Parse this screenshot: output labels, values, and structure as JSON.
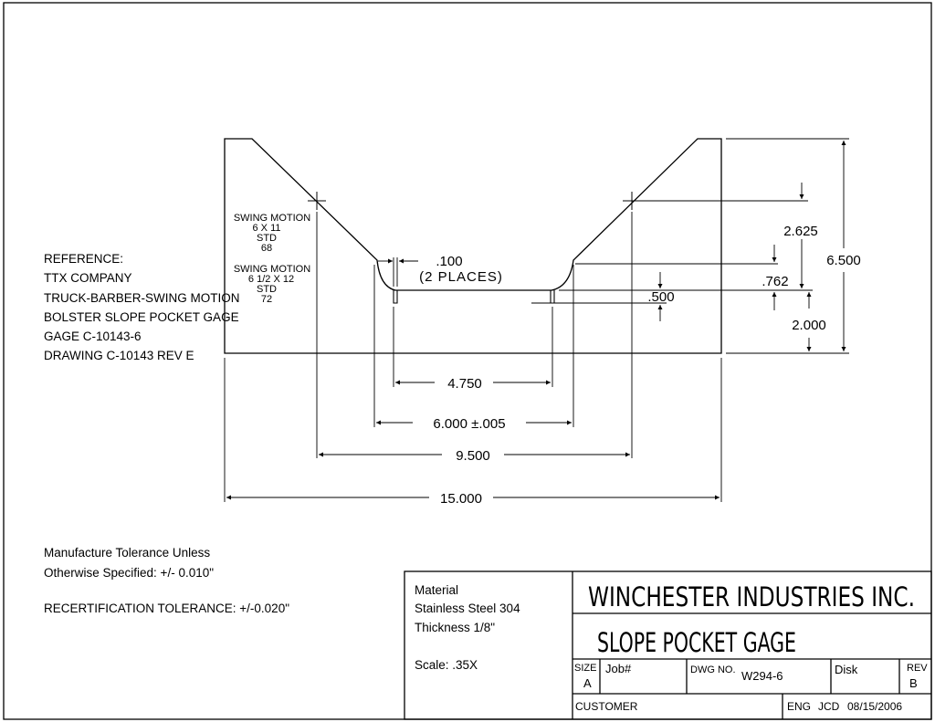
{
  "reference": {
    "heading": "REFERENCE:",
    "lines": [
      "TTX COMPANY",
      "TRUCK-BARBER-SWING MOTION",
      "BOLSTER SLOPE POCKET GAGE",
      "GAGE C-10143-6",
      "DRAWING C-10143 REV E"
    ]
  },
  "part_labels": {
    "block1": [
      "SWING MOTION",
      "6 X 11",
      "STD",
      "68"
    ],
    "block2": [
      "SWING MOTION",
      "6 1/2 X 12",
      "STD",
      "72"
    ]
  },
  "dimensions": {
    "slot_width": ".100",
    "slot_places": "(2 PLACES)",
    "d_2625": "2.625",
    "d_6500": "6.500",
    "d_762": ".762",
    "d_500": ".500",
    "d_2000": "2.000",
    "d_4750": "4.750",
    "d_6000": "6.000 ±.005",
    "d_9500": "9.500",
    "d_15000": "15.000"
  },
  "notes": {
    "tolerance_line1": "Manufacture Tolerance Unless",
    "tolerance_line2": "Otherwise Specified: +/- 0.010\"",
    "recert": "RECERTIFICATION TOLERANCE: +/-0.020\""
  },
  "title_block": {
    "material_label": "Material",
    "material": "Stainless Steel 304",
    "thickness": "Thickness 1/8\"",
    "scale": "Scale: .35X",
    "company": "WINCHESTER INDUSTRIES INC.",
    "title": "SLOPE POCKET GAGE",
    "size_label": "SIZE",
    "size_value": "A",
    "job_label": "Job#",
    "dwg_label": "DWG NO.",
    "dwg_value": "W294-6",
    "disk_label": "Disk",
    "rev_label": "REV",
    "rev_value": "B",
    "customer_label": "CUSTOMER",
    "eng_label": "ENG",
    "eng_initials": "JCD",
    "date": "08/15/2006"
  }
}
